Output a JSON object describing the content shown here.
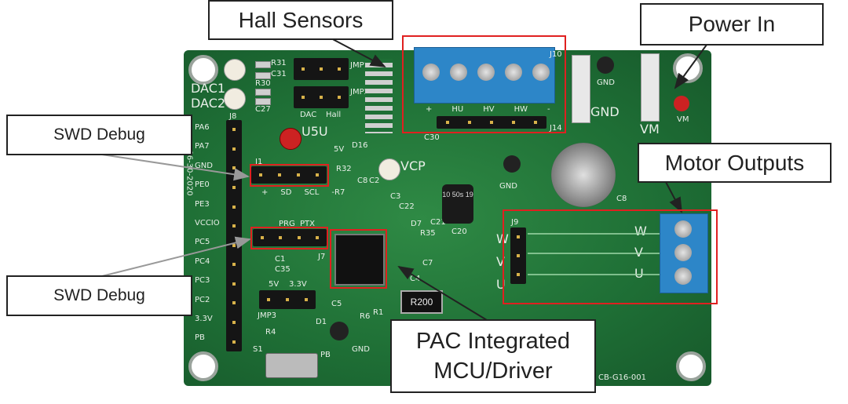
{
  "callouts": {
    "hall_sensors": "Hall Sensors",
    "power_in": "Power In",
    "swd_debug_1": "SWD Debug",
    "swd_debug_2": "SWD Debug",
    "motor_outputs": "Motor Outputs",
    "pac_line1": "PAC Integrated",
    "pac_line2": "MCU/Driver"
  },
  "colors": {
    "highlight": "#e02020",
    "board": "#1e6e35",
    "terminal": "#2d86c8"
  },
  "silkscreen": {
    "dac1": "DAC1",
    "dac2": "DAC2",
    "r31": "R31",
    "c31": "C31",
    "r30": "R30",
    "c27": "C27",
    "dac": "DAC",
    "hall": "Hall",
    "jmp1": "JMP1",
    "jmp2": "JMP2",
    "j8": "J8",
    "j8_pins": [
      "PA6",
      "PA7",
      "GND",
      "PE0",
      "PE3",
      "VCCIO",
      "PC5",
      "PC4",
      "PC3",
      "PC2",
      "3.3V",
      "PB"
    ],
    "date": "06-30-2020",
    "u5u": "U5U",
    "j1": "J1",
    "j1_pins": [
      "+",
      "SD",
      "SCL",
      "-"
    ],
    "d16": "D16",
    "five_v": "5V",
    "r32": "R32",
    "r7": "R7",
    "c2": "C2",
    "c8": "C8",
    "vcp": "VCP",
    "gnd": "GND",
    "j7": "J7",
    "j7_pins": [
      "PRG",
      "PTX"
    ],
    "c1": "C1",
    "c35": "C35",
    "jmp3_pins": [
      "5V",
      "3.3V"
    ],
    "jmp3": "JMP3",
    "r4": "R4",
    "d1": "D1",
    "s1": "S1",
    "pb": "PB",
    "c3": "C3",
    "c22": "C22",
    "d7": "D7",
    "r35": "R35",
    "c21": "C21",
    "c20": "C20",
    "cap": "10 50s 19",
    "c7": "C7",
    "c4": "C4",
    "c5": "C5",
    "r6": "R6",
    "r1": "R1",
    "r200": "R200",
    "j10": "J10",
    "j10_pins": [
      "+",
      "HU",
      "HV",
      "HW",
      "-"
    ],
    "j14": "J14",
    "c30": "C30",
    "j9": "J9",
    "j9_pins": [
      "W",
      "V",
      "U"
    ],
    "motor_pins": [
      "W",
      "V",
      "U"
    ],
    "gnd_big": "GND",
    "vm": "VM",
    "vm_small": "VM",
    "gnd_small": "GND",
    "c8b": "C8",
    "board_id": "CB-G16-001"
  }
}
